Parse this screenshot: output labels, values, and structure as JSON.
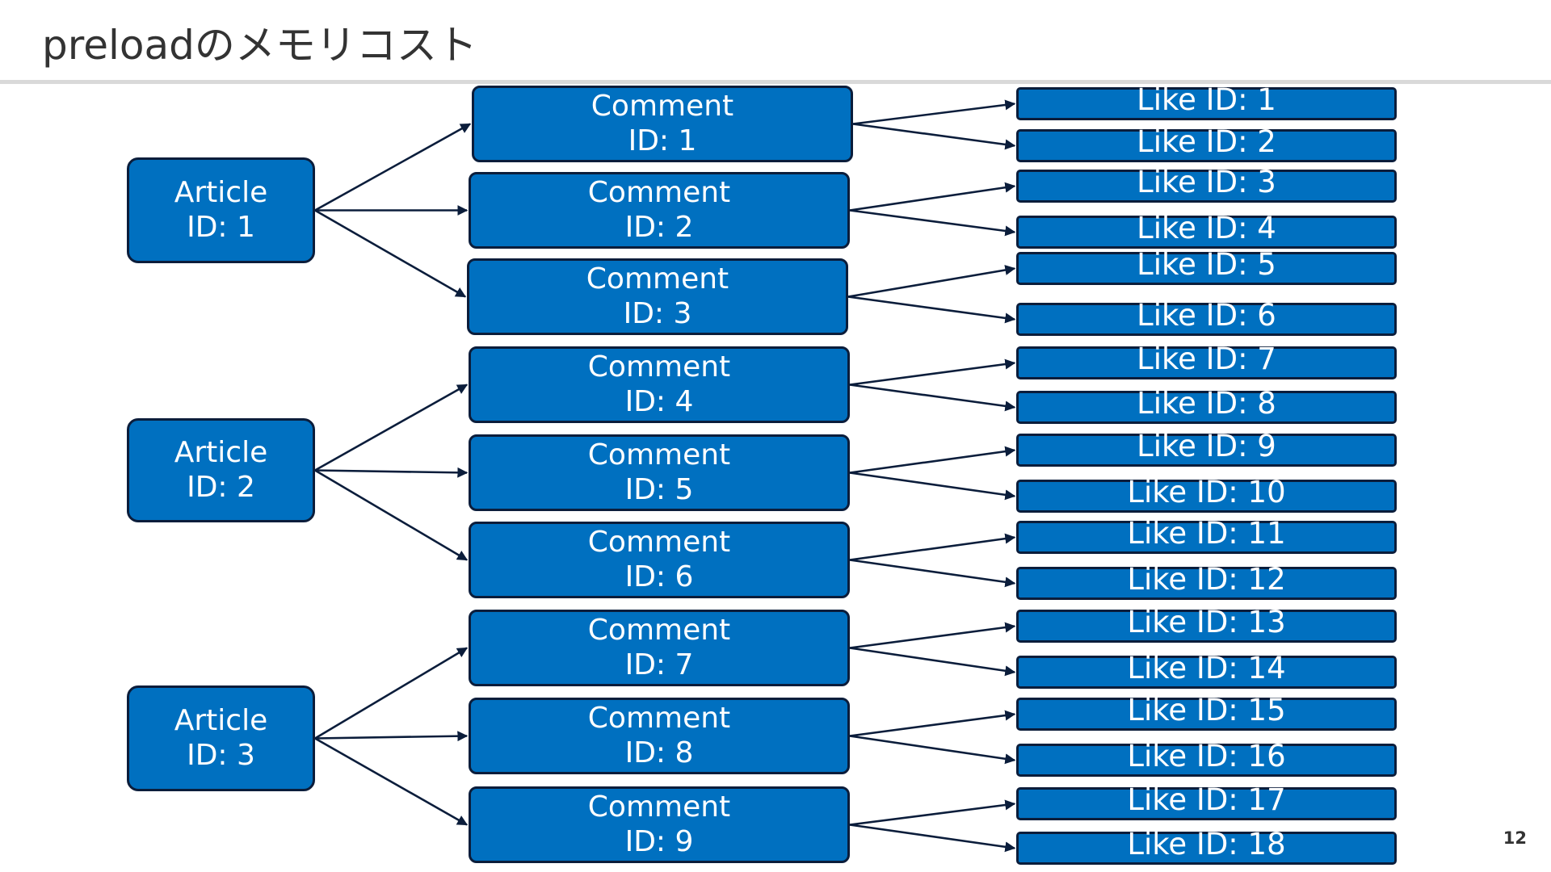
{
  "slide": {
    "title": "preloadのメモリコスト",
    "page_number": "12"
  },
  "colors": {
    "node_fill": "#0070c0",
    "node_border": "#0b1d3b",
    "edge": "#0b1d3b",
    "rule": "#d9d9d9"
  },
  "articles": [
    {
      "line1": "Article",
      "line2": "ID: 1"
    },
    {
      "line1": "Article",
      "line2": "ID: 2"
    },
    {
      "line1": "Article",
      "line2": "ID: 3"
    }
  ],
  "comments": [
    {
      "line1": "Comment",
      "line2": "ID: 1"
    },
    {
      "line1": "Comment",
      "line2": "ID: 2"
    },
    {
      "line1": "Comment",
      "line2": "ID: 3"
    },
    {
      "line1": "Comment",
      "line2": "ID: 4"
    },
    {
      "line1": "Comment",
      "line2": "ID: 5"
    },
    {
      "line1": "Comment",
      "line2": "ID: 6"
    },
    {
      "line1": "Comment",
      "line2": "ID: 7"
    },
    {
      "line1": "Comment",
      "line2": "ID: 8"
    },
    {
      "line1": "Comment",
      "line2": "ID: 9"
    }
  ],
  "likes": [
    "Like ID: 1",
    "Like ID: 2",
    "Like ID: 3",
    "Like ID: 4",
    "Like ID: 5",
    "Like ID: 6",
    "Like ID: 7",
    "Like ID: 8",
    "Like ID: 9",
    "Like ID: 10",
    "Like ID: 11",
    "Like ID: 12",
    "Like ID: 13",
    "Like ID: 14",
    "Like ID: 15",
    "Like ID: 16",
    "Like ID: 17",
    "Like ID: 18"
  ]
}
